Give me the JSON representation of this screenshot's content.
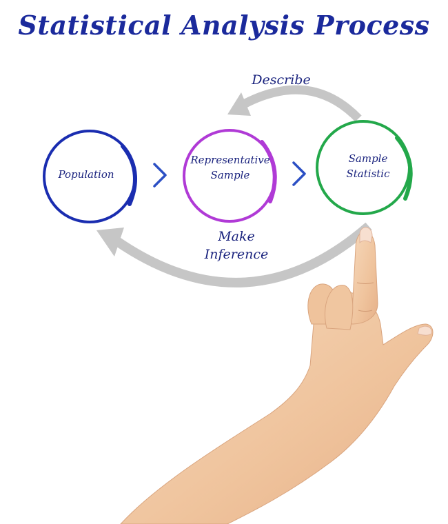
{
  "title": "Statistical Analysis Process",
  "nodes": [
    {
      "lines": [
        "Population"
      ],
      "color": "#1a2db0"
    },
    {
      "lines": [
        "Representative",
        "Sample"
      ],
      "color": "#b03ad6"
    },
    {
      "lines": [
        "Sample",
        "Statistic"
      ],
      "color": "#23a84a"
    }
  ],
  "arrows": {
    "describe": [
      "Describe"
    ],
    "inference": [
      "Make",
      "Inference"
    ]
  },
  "colors": {
    "title": "#1b2a9c",
    "label": "#1a237e",
    "chevron": "#2b4fc4",
    "curved_arrow": "#c4c4c4",
    "skin": "#f1c9a4"
  }
}
